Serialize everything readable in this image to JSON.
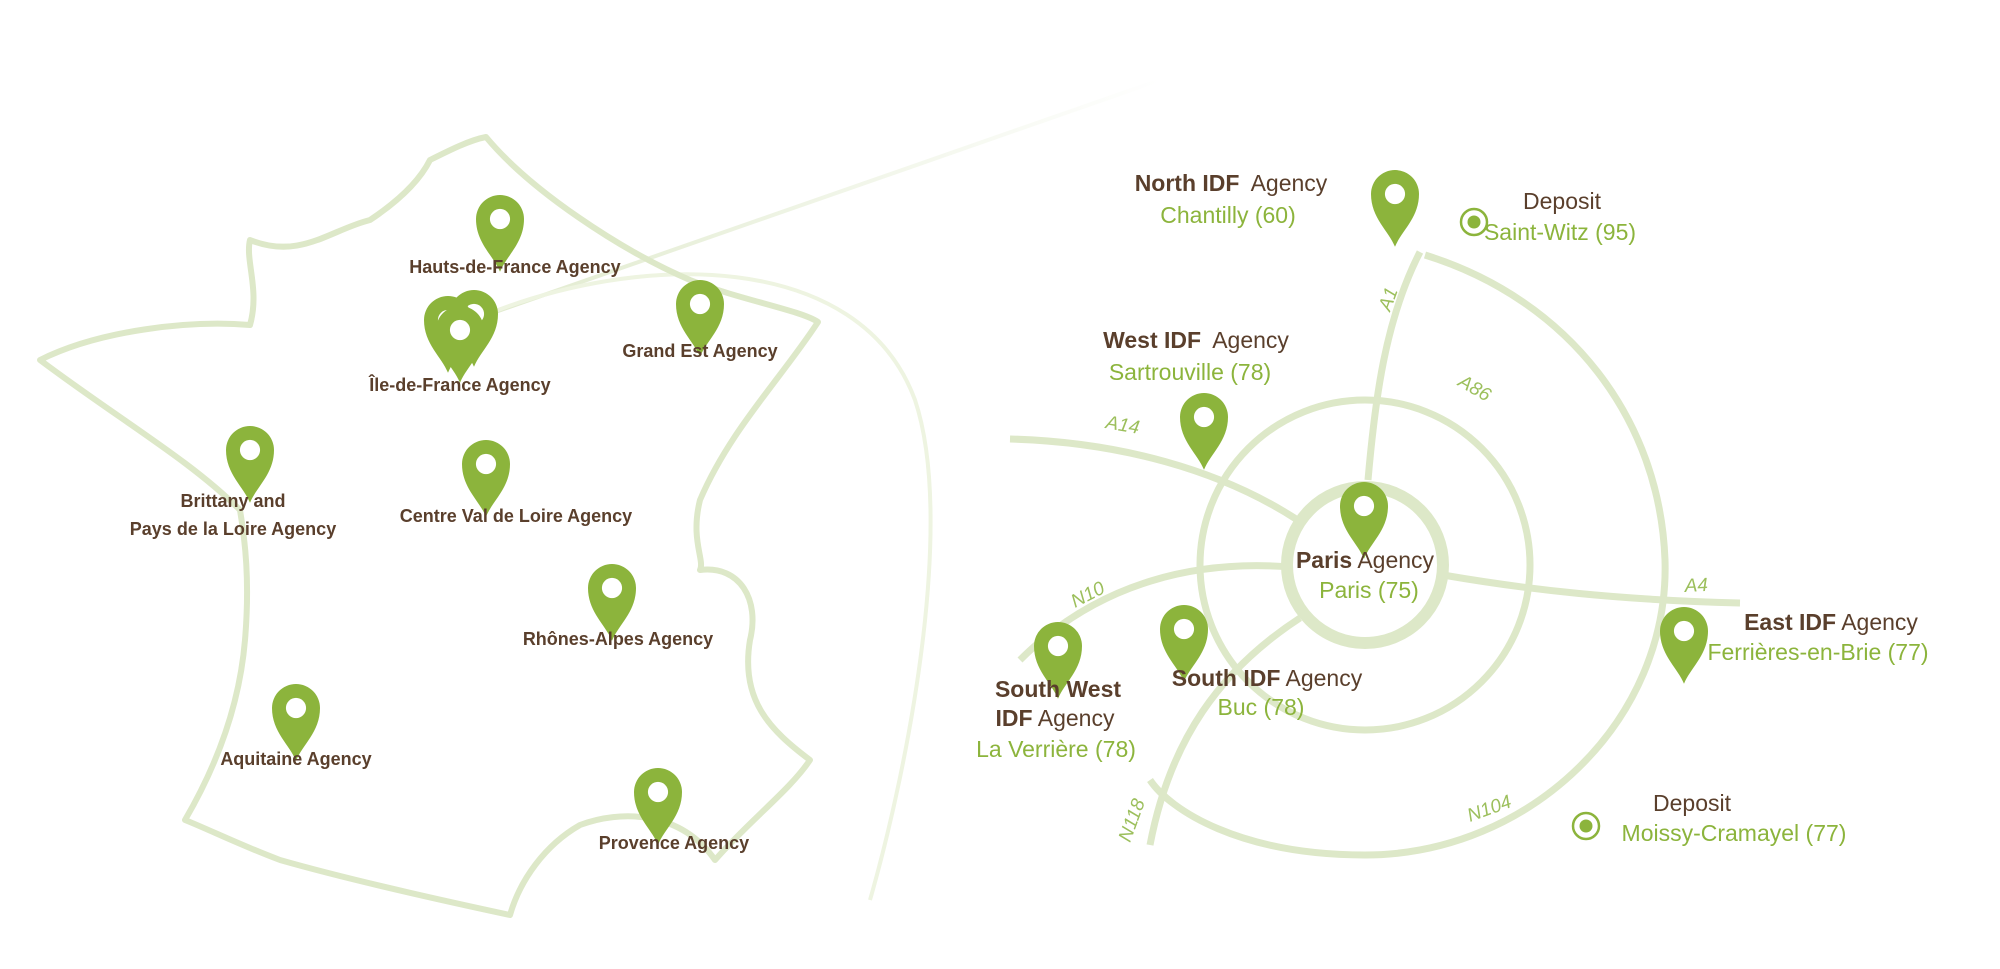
{
  "colors": {
    "pin": "#8cb43c",
    "dark_text": "#5a3f2c",
    "green_text": "#8cb43c",
    "outline": "#dde8c8"
  },
  "france_map": {
    "regions": [
      {
        "label": "Hauts-de-France Agency"
      },
      {
        "label": "Île-de-France Agency"
      },
      {
        "label": "Grand Est Agency"
      },
      {
        "label_line1": "Brittany and",
        "label_line2": "Pays de la Loire Agency"
      },
      {
        "label": "Centre Val de Loire Agency"
      },
      {
        "label": "Rhônes-Alpes Agency"
      },
      {
        "label": "Aquitaine Agency"
      },
      {
        "label": "Provence Agency"
      }
    ]
  },
  "idf_map": {
    "roads": [
      "A1",
      "A86",
      "A14",
      "A4",
      "N10",
      "N118",
      "N104"
    ],
    "paris": {
      "name_bold": "Paris",
      "name_rest": "Agency",
      "city": "Paris (75)"
    },
    "north": {
      "name_bold": "North IDF",
      "name_rest": "Agency",
      "city": "Chantilly (60)"
    },
    "deposit_north": {
      "name": "Deposit",
      "city": "Saint-Witz (95)"
    },
    "west": {
      "name_bold": "West IDF",
      "name_rest": "Agency",
      "city": "Sartrouville (78)"
    },
    "east": {
      "name_bold": "East IDF",
      "name_rest": "Agency",
      "city": "Ferrières-en-Brie (77)"
    },
    "south": {
      "name_bold": "South IDF",
      "name_rest": "Agency",
      "city": "Buc (78)"
    },
    "southwest": {
      "line1": "South West",
      "line2_bold": "IDF",
      "line2_rest": "Agency",
      "city": "La Verrière (78)"
    },
    "deposit_south": {
      "name": "Deposit",
      "city": "Moissy-Cramayel (77)"
    }
  }
}
